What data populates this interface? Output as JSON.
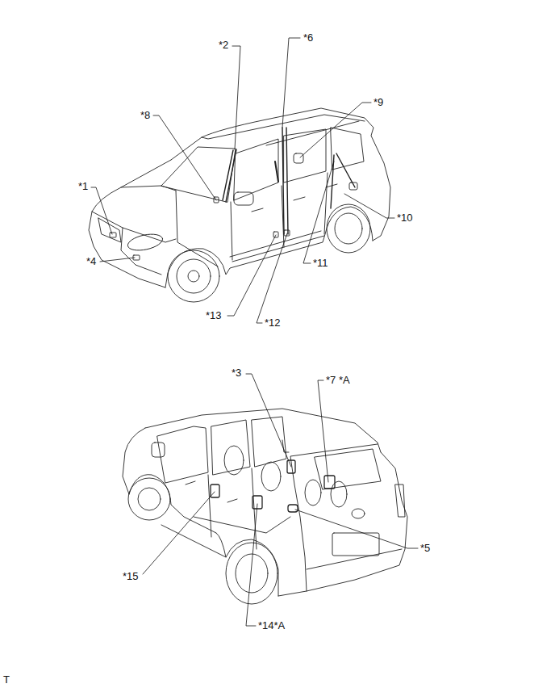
{
  "diagram": {
    "labels": [
      "*2",
      "*6",
      "*8",
      "*9",
      "*1",
      "*10",
      "*4",
      "*11",
      "*13",
      "*12",
      "*3",
      "*7 *A",
      "*5",
      "*15",
      "*14*A",
      "T"
    ]
  }
}
